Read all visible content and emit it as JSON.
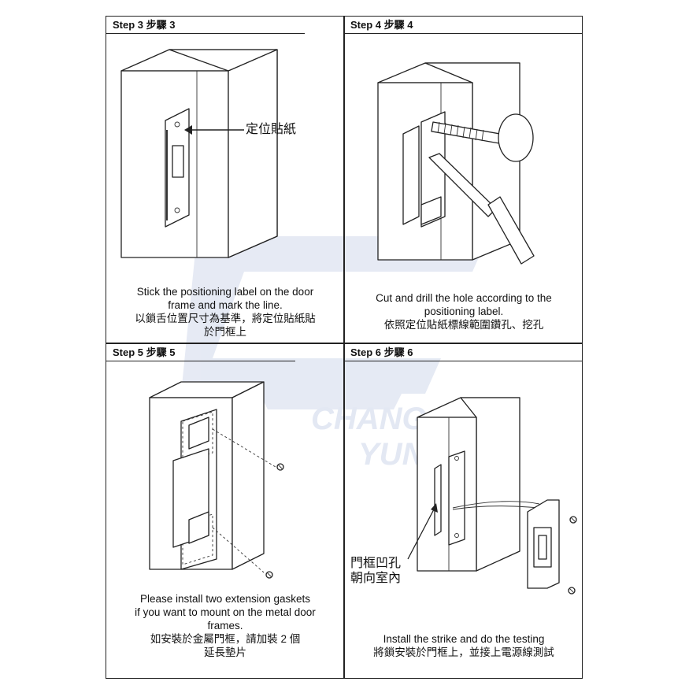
{
  "steps": [
    {
      "header": "Step 3 步驟 3",
      "lines": [
        "Stick the positioning label on the door",
        "frame and mark the line.",
        "以鎖舌位置尺寸為基準，將定位貼紙貼",
        "於門框上"
      ],
      "callout": "定位貼紙"
    },
    {
      "header": "Step 4 步驟 4",
      "lines": [
        "Cut and drill the hole according to the",
        "positioning label.",
        "依照定位貼紙標線範圍鑽孔、挖孔"
      ]
    },
    {
      "header": "Step 5 步驟 5",
      "lines": [
        "Please install two extension gaskets",
        "if you want to mount on the metal door",
        "frames.",
        "如安裝於金屬門框，請加裝 2 個",
        "延長墊片"
      ]
    },
    {
      "header": "Step 6 步驟 6",
      "lines": [
        "Install the strike and do the testing",
        "將鎖安裝於門框上，並接上電源線測試"
      ],
      "callout_lines": [
        "門框凹孔",
        "朝向室內"
      ]
    }
  ],
  "watermark": [
    "CHANG",
    "YUN"
  ],
  "colors": {
    "border": "#222222",
    "watermark": "#dde3f0"
  }
}
